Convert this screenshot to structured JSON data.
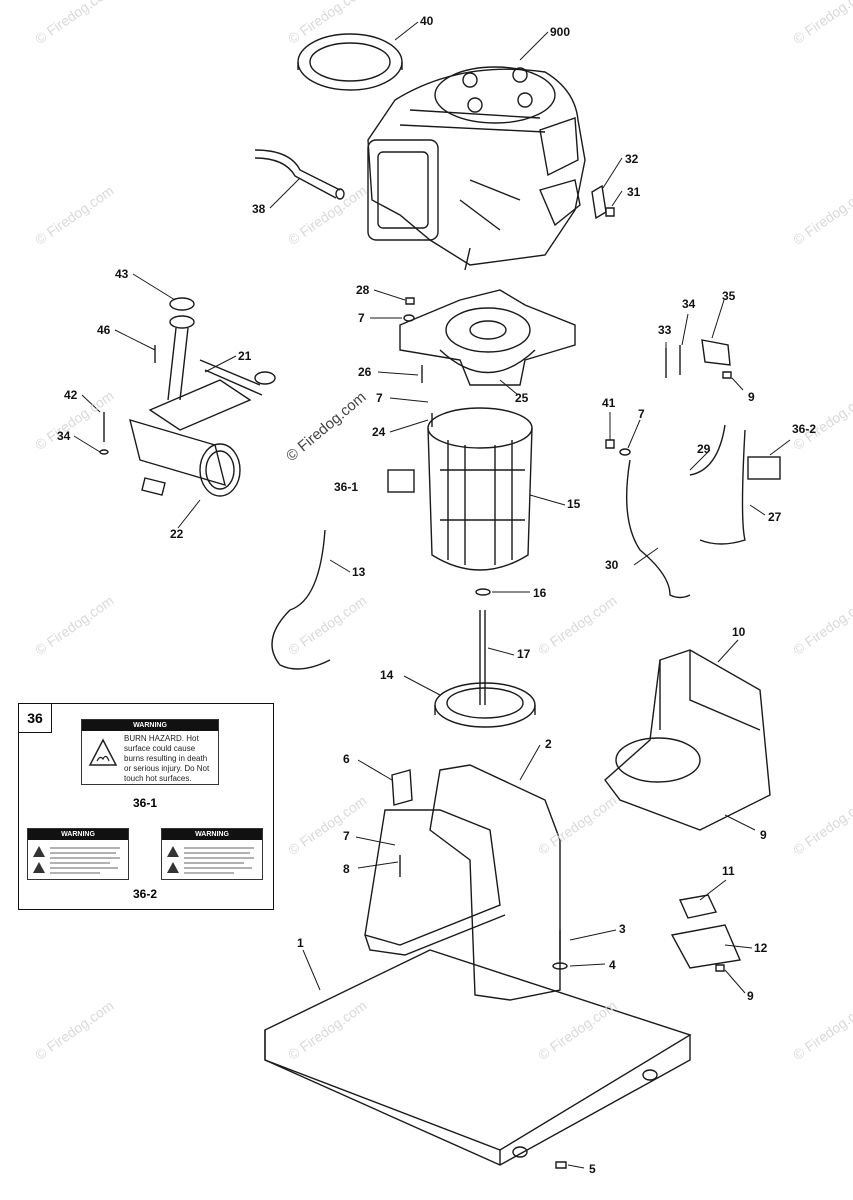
{
  "diagram": {
    "callouts": [
      "40",
      "900",
      "38",
      "32",
      "31",
      "43",
      "46",
      "21",
      "42",
      "34",
      "22",
      "28",
      "7",
      "26",
      "24",
      "25",
      "36-1",
      "15",
      "13",
      "16",
      "17",
      "14",
      "35",
      "34",
      "33",
      "9",
      "41",
      "7",
      "29",
      "36-2",
      "27",
      "30",
      "10",
      "9",
      "6",
      "2",
      "7",
      "8",
      "3",
      "4",
      "1",
      "11",
      "12",
      "9",
      "5",
      "7"
    ],
    "watermark": "© Firedog.com",
    "center_watermark": "© Firedog.com"
  },
  "kit": {
    "number": "36",
    "decal_1": {
      "label": "36-1",
      "header": "WARNING",
      "text": "BURN HAZARD. Hot surface could cause burns resulting in death or serious injury. Do Not touch hot surfaces."
    },
    "decal_2": {
      "label": "36-2",
      "header": "WARNING"
    }
  },
  "colors": {
    "line": "#1a1a1a",
    "fill": "#ffffff",
    "shade": "#bfbfbf",
    "watermark": "#d9d9d9"
  }
}
